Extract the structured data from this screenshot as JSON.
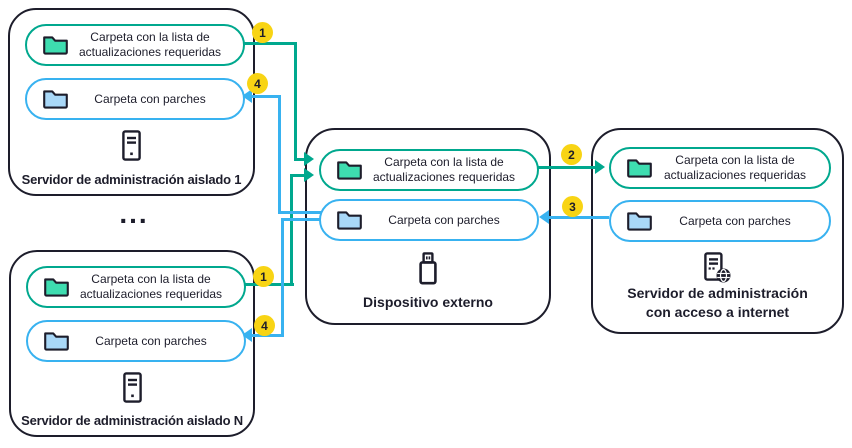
{
  "colors": {
    "ink": "#1d1d2b",
    "green": "#00a88e",
    "green_folder": "#3eddb0",
    "blue": "#38b2f0",
    "blue_folder": "#a9d8f8",
    "badge_yellow": "#f8d414",
    "background": "#ffffff"
  },
  "folders": {
    "updates_line1": "Carpeta con la lista de",
    "updates_line2": "actualizaciones requeridas",
    "patches": "Carpeta con parches"
  },
  "nodes": {
    "isolated1": {
      "title": "Servidor de administración aislado 1"
    },
    "isolatedN": {
      "title": "Servidor de administración aislado N"
    },
    "external": {
      "title": "Dispositivo externo"
    },
    "internet": {
      "title_line1": "Servidor de administración",
      "title_line2": "con acceso a internet"
    }
  },
  "separator": "...",
  "steps": {
    "one": "1",
    "two": "2",
    "three": "3",
    "four": "4"
  },
  "icons": {
    "folder_updates": "folder-icon (teal)",
    "folder_patches": "folder-icon (blue)",
    "isolated_server": "server-tower-icon",
    "external_device": "usb-drive-icon",
    "internet_server": "server-with-globe-icon"
  }
}
